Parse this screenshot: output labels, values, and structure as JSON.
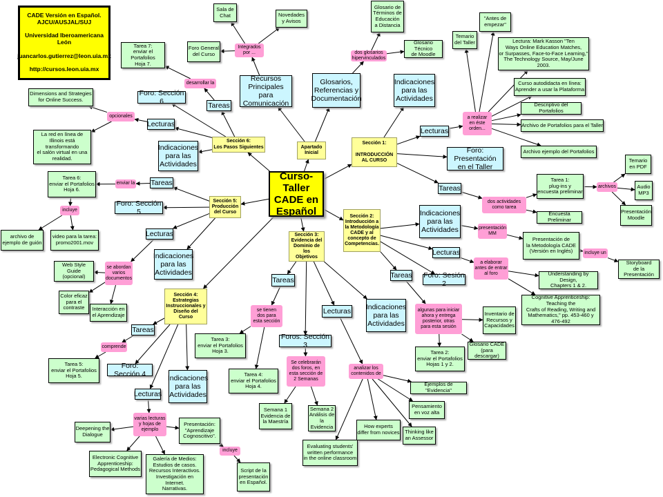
{
  "diagram": {
    "center": {
      "id": "center",
      "label": "Curso-Taller\nCADE en\nEspañol"
    },
    "header": {
      "id": "header",
      "label": "CADE Versión en Español.\nAJCU/AUSJAL/SUJ\n\nUniversidad Iberoamericana León\n\njuancarlos.gutierrez@leon.uia.mx\n\nhttp://cursos.leon.uia.mx"
    },
    "colors": {
      "center": "#ffff00",
      "section": "#ffff99",
      "blue_node": "#ccf6ff",
      "green_node": "#ccffcc",
      "pink_node": "#ff9fd6",
      "edge": "#000000"
    },
    "nodes": [
      {
        "id": "apartado",
        "type": "section",
        "label": "Apartado\nInicial"
      },
      {
        "id": "s1",
        "type": "section",
        "label": "Sección 1:\n\nINTRODUCCIÓN\nAL CURSO"
      },
      {
        "id": "s2",
        "type": "section",
        "label": "Sección 2:\nIntroducción a\nla Metodología\nCADE y al\nconcepto de\nCompetencias."
      },
      {
        "id": "s3",
        "type": "section",
        "label": "Sección 3:\nEvidencia del\nDominio de los\nObjetivos"
      },
      {
        "id": "s4",
        "type": "section",
        "label": "Sección 4:\nEstrategias\nInstruccionales y\nDiseño del\nCurso"
      },
      {
        "id": "s5",
        "type": "section",
        "label": "Sección 5:\nProducción\ndel Curso"
      },
      {
        "id": "s6",
        "type": "section",
        "label": "Sección 6:\nLos Pasos Siguientes"
      },
      {
        "id": "recursos",
        "type": "blue",
        "label": "Recursos\nPrincipales\npara Comunicación"
      },
      {
        "id": "integrados",
        "type": "pink",
        "label": "Integrados\npor ..."
      },
      {
        "id": "saladechat",
        "type": "green",
        "label": "Sala de\nChat"
      },
      {
        "id": "novedades",
        "type": "green",
        "label": "Novedades\ny Avisos"
      },
      {
        "id": "forogeneral",
        "type": "green",
        "label": "Foro General\ndel Curso"
      },
      {
        "id": "glosarios",
        "type": "blue",
        "label": "Glosarios,\nReferencias y\nDocumentación"
      },
      {
        "id": "dosglosarios",
        "type": "pink",
        "label": "dos glosarios\nhipervinculados"
      },
      {
        "id": "glosterminos",
        "type": "green",
        "label": "Glosario de\nTérminos de\nEducación\na Distancia"
      },
      {
        "id": "glostecnico",
        "type": "green",
        "label": "Glosario Técnico\nde Moodle"
      },
      {
        "id": "ind1",
        "type": "blue",
        "label": "Indicaciones\npara las\nActividades"
      },
      {
        "id": "lect1",
        "type": "blue",
        "label": "Lecturas"
      },
      {
        "id": "arealizar",
        "type": "pink",
        "label": "a realizar\nen éste\norden..."
      },
      {
        "id": "temario_taller",
        "type": "green",
        "label": "Temario\ndel Taller"
      },
      {
        "id": "antesdeempezar",
        "type": "green",
        "label": "\"Antes de\nempezar\""
      },
      {
        "id": "kasson",
        "type": "green",
        "label": "Lectura: Mark Kasson \"Ten\nWays Online Education Matches,\nor Surpasses, Face-to-Face Learning,\"\nThe Technology Source, May/June 2003."
      },
      {
        "id": "autodidacta",
        "type": "green",
        "label": "Curso autodidacta en línea:\nAprender a usar la Plataforma"
      },
      {
        "id": "descriptivo",
        "type": "green",
        "label": "Descriptivo del Portafolios"
      },
      {
        "id": "archivo_portafolios",
        "type": "green",
        "label": "Archivo de Portafolios para el Taller"
      },
      {
        "id": "archivo_ejemplo",
        "type": "green",
        "label": "Archivo ejemplo del Portafolios"
      },
      {
        "id": "foropresent",
        "type": "blue",
        "label": "Foro: Presentación\nen el Taller"
      },
      {
        "id": "tareas1",
        "type": "blue",
        "label": "Tareas"
      },
      {
        "id": "dosactividades",
        "type": "pink",
        "label": "dos actividades\ncomo tarea"
      },
      {
        "id": "tarea1",
        "type": "green",
        "label": "Tarea 1:\nplug-ins y\nencuesta preliminar"
      },
      {
        "id": "encuesta",
        "type": "green",
        "label": "Encuesta Preliminar"
      },
      {
        "id": "archivos",
        "type": "pink",
        "label": "archivos"
      },
      {
        "id": "temariopdf",
        "type": "green",
        "label": "Temario\nen PDF"
      },
      {
        "id": "audiomp3",
        "type": "green",
        "label": "Audio\nMP3"
      },
      {
        "id": "presmoodle",
        "type": "green",
        "label": "Presentación\nMoodle"
      },
      {
        "id": "ind2",
        "type": "blue",
        "label": "Indicaciones\npara las\nActividades"
      },
      {
        "id": "presentacionmm",
        "type": "pink",
        "label": "presentación\nMM"
      },
      {
        "id": "presmetodologia",
        "type": "green",
        "label": "Presentación de\nla Metodología CADE\n(Versión en Inglés)"
      },
      {
        "id": "incluyeun",
        "type": "pink",
        "label": "incluye un"
      },
      {
        "id": "storyboard",
        "type": "green",
        "label": "Storyboard\nde la Presentación"
      },
      {
        "id": "lect2",
        "type": "blue",
        "label": "Lecturas"
      },
      {
        "id": "aelaborar",
        "type": "pink",
        "label": "a elaborar\nantes de entrar\nal foro"
      },
      {
        "id": "understanding",
        "type": "green",
        "label": "Understanding by Design,\nChapters 1 & 2."
      },
      {
        "id": "cogapp",
        "type": "green",
        "label": "Cognitive Apprenticeship: Teaching the\nCrafts of Reading, Writing and\nMathematics,\" pp. 453-460 y\n476-492"
      },
      {
        "id": "tareas2",
        "type": "blue",
        "label": "Tareas"
      },
      {
        "id": "forosesion2",
        "type": "blue",
        "label": "Foro: Sesión 2"
      },
      {
        "id": "algunas",
        "type": "pink",
        "label": "algunas para iniciar\nahora y entrega\nposterior, otras\npara esta sesión"
      },
      {
        "id": "inventario",
        "type": "green",
        "label": "Inventario de\nRecursos y\nCapacidades"
      },
      {
        "id": "tarea2",
        "type": "green",
        "label": "Tarea 2:\nenviar el Portafolios\nHojas 1 y 2."
      },
      {
        "id": "glosariocade",
        "type": "green",
        "label": "Glosario CADE\n(para descargar)"
      },
      {
        "id": "tareas3",
        "type": "blue",
        "label": "Tareas"
      },
      {
        "id": "setienen",
        "type": "pink",
        "label": "se tienen\ndos para\nesta sección"
      },
      {
        "id": "tarea3",
        "type": "green",
        "label": "Tarea 3:\nenviar el Portafolios\nHoja 3."
      },
      {
        "id": "tarea4",
        "type": "green",
        "label": "Tarea 4:\nenviar el Portafolios\nHoja 4."
      },
      {
        "id": "foros3",
        "type": "blue",
        "label": "Foros: Sección 3"
      },
      {
        "id": "secelebraran",
        "type": "pink",
        "label": "Se celebrarán\ndos foros, en\nesta sección de\n2 Semanas"
      },
      {
        "id": "semana1",
        "type": "green",
        "label": "Semana 1\nEvidencia de\nla Maestría"
      },
      {
        "id": "semana2",
        "type": "green",
        "label": "Semana 2\nAnálisis de\nla Evidencia"
      },
      {
        "id": "lect3",
        "type": "blue",
        "label": "Lecturas"
      },
      {
        "id": "analizar",
        "type": "pink",
        "label": "analizar los\ncontenidos de"
      },
      {
        "id": "ejemplos",
        "type": "green",
        "label": "Ejemplos de \"Evidencia\""
      },
      {
        "id": "pensamiento",
        "type": "green",
        "label": "Pensamiento\nen voz alta"
      },
      {
        "id": "thinking",
        "type": "green",
        "label": "Thinking like\nan Assessor"
      },
      {
        "id": "howexperts",
        "type": "green",
        "label": "How experts\ndiffer from novices"
      },
      {
        "id": "evaluating",
        "type": "green",
        "label": "Evaluating students'\nwritten performance\nin the online classroom"
      },
      {
        "id": "ind3",
        "type": "blue",
        "label": "Indicaciones\npara las\nActividades"
      },
      {
        "id": "tareas4",
        "type": "blue",
        "label": "Tareas"
      },
      {
        "id": "comprende",
        "type": "pink",
        "label": "comprende"
      },
      {
        "id": "tarea5",
        "type": "green",
        "label": "Tarea 5:\nenviar el Portafolios\nHoja 5."
      },
      {
        "id": "foro4",
        "type": "blue",
        "label": "Foro: Sección 4"
      },
      {
        "id": "ind4",
        "type": "blue",
        "label": "Indicaciones\npara las\nActividades"
      },
      {
        "id": "lect4",
        "type": "blue",
        "label": "Lecturas"
      },
      {
        "id": "variaslecturas",
        "type": "pink",
        "label": "varias lecturas\ny hojas de\nejemplo"
      },
      {
        "id": "deepening",
        "type": "green",
        "label": "Deepening the\nDialogue"
      },
      {
        "id": "electronic",
        "type": "green",
        "label": "Electronic Cognitive\nApprenticeship:\nPedagogical Methods"
      },
      {
        "id": "galeria",
        "type": "green",
        "label": "Galería de Medios:\nEstudios de casos.\nRecursos Interactivos.\nInvestigación en Internet.\nNarrativas."
      },
      {
        "id": "presaprendizaje",
        "type": "green",
        "label": "Presentación:\n\"Aprendizaje\nCognoscitivo\"."
      },
      {
        "id": "incluye4",
        "type": "pink",
        "label": "incluye"
      },
      {
        "id": "script",
        "type": "green",
        "label": "Script de la\npresentación\nen Español."
      },
      {
        "id": "tareas5",
        "type": "blue",
        "label": "Tareas"
      },
      {
        "id": "enviarla",
        "type": "pink",
        "label": "enviar la"
      },
      {
        "id": "tarea6",
        "type": "green",
        "label": "Tarea 6:\nenviar el Portafolios\nHoja 6."
      },
      {
        "id": "foro5",
        "type": "blue",
        "label": "Foro: Sección 5"
      },
      {
        "id": "lect5",
        "type": "blue",
        "label": "Lecturas"
      },
      {
        "id": "seabordan",
        "type": "pink",
        "label": "se abordan\nvarios\ndocumentos"
      },
      {
        "id": "webstyle",
        "type": "green",
        "label": "Web Style Guide\n(opcional)"
      },
      {
        "id": "colorefficaz",
        "type": "green",
        "label": "Color eficaz\npara el\ncontraste"
      },
      {
        "id": "interaccion",
        "type": "green",
        "label": "Interacción en\nel Aprendizaje"
      },
      {
        "id": "ind5",
        "type": "blue",
        "label": "Indicaciones\npara las\nActividades"
      },
      {
        "id": "incluye5",
        "type": "pink",
        "label": "incluye"
      },
      {
        "id": "archivoguion",
        "type": "green",
        "label": "archivo de\nejemplo de guión"
      },
      {
        "id": "videotarea",
        "type": "green",
        "label": "video para la tarea:\npromo2001.mov"
      },
      {
        "id": "tareas6",
        "type": "blue",
        "label": "Tareas"
      },
      {
        "id": "desarrollarla",
        "type": "pink",
        "label": "desarrollar la"
      },
      {
        "id": "tarea7",
        "type": "green",
        "label": "Tarea 7:\nenviar el Portafolios\nHoja 7."
      },
      {
        "id": "foro6",
        "type": "blue",
        "label": "Foro: Sección 6"
      },
      {
        "id": "lect6",
        "type": "blue",
        "label": "Lecturas"
      },
      {
        "id": "opcionales",
        "type": "pink",
        "label": "opcionales"
      },
      {
        "id": "dimensions",
        "type": "green",
        "label": "Dimensions and Strategies\nfor Online Success."
      },
      {
        "id": "redillinois",
        "type": "green",
        "label": "La red en línea de\nIllinois está transformando\nel salón virtual en una\nrealidad."
      },
      {
        "id": "ind6",
        "type": "blue",
        "label": "Indicaciones\npara las\nActividades"
      }
    ],
    "edges": [
      [
        "center",
        "apartado"
      ],
      [
        "center",
        "s1"
      ],
      [
        "center",
        "s2"
      ],
      [
        "center",
        "s3"
      ],
      [
        "center",
        "s4"
      ],
      [
        "center",
        "s5"
      ],
      [
        "center",
        "s6"
      ],
      [
        "apartado",
        "recursos"
      ],
      [
        "apartado",
        "glosarios"
      ],
      [
        "recursos",
        "integrados"
      ],
      [
        "integrados",
        "saladechat"
      ],
      [
        "integrados",
        "novedades"
      ],
      [
        "integrados",
        "forogeneral"
      ],
      [
        "glosarios",
        "dosglosarios"
      ],
      [
        "dosglosarios",
        "glosterminos"
      ],
      [
        "dosglosarios",
        "glostecnico"
      ],
      [
        "s1",
        "ind1"
      ],
      [
        "s1",
        "lect1"
      ],
      [
        "s1",
        "foropresent"
      ],
      [
        "s1",
        "tareas1"
      ],
      [
        "lect1",
        "arealizar"
      ],
      [
        "arealizar",
        "temario_taller"
      ],
      [
        "arealizar",
        "antesdeempezar"
      ],
      [
        "arealizar",
        "kasson"
      ],
      [
        "arealizar",
        "autodidacta"
      ],
      [
        "arealizar",
        "descriptivo"
      ],
      [
        "arealizar",
        "archivo_portafolios"
      ],
      [
        "arealizar",
        "archivo_ejemplo"
      ],
      [
        "tareas1",
        "dosactividades"
      ],
      [
        "dosactividades",
        "tarea1"
      ],
      [
        "dosactividades",
        "encuesta"
      ],
      [
        "tarea1",
        "archivos"
      ],
      [
        "archivos",
        "temariopdf"
      ],
      [
        "archivos",
        "audiomp3"
      ],
      [
        "archivos",
        "presmoodle"
      ],
      [
        "s2",
        "ind2"
      ],
      [
        "s2",
        "lect2"
      ],
      [
        "s2",
        "tareas2"
      ],
      [
        "s2",
        "forosesion2"
      ],
      [
        "ind2",
        "presentacionmm"
      ],
      [
        "presentacionmm",
        "presmetodologia"
      ],
      [
        "presmetodologia",
        "incluyeun"
      ],
      [
        "incluyeun",
        "storyboard"
      ],
      [
        "lect2",
        "aelaborar"
      ],
      [
        "aelaborar",
        "understanding"
      ],
      [
        "aelaborar",
        "cogapp"
      ],
      [
        "tareas2",
        "algunas"
      ],
      [
        "algunas",
        "inventario"
      ],
      [
        "algunas",
        "tarea2"
      ],
      [
        "algunas",
        "glosariocade"
      ],
      [
        "s3",
        "tareas3"
      ],
      [
        "s3",
        "foros3"
      ],
      [
        "s3",
        "lect3"
      ],
      [
        "s3",
        "ind3"
      ],
      [
        "tareas3",
        "setienen"
      ],
      [
        "setienen",
        "tarea3"
      ],
      [
        "setienen",
        "tarea4"
      ],
      [
        "foros3",
        "secelebraran"
      ],
      [
        "secelebraran",
        "semana1"
      ],
      [
        "secelebraran",
        "semana2"
      ],
      [
        "lect3",
        "analizar"
      ],
      [
        "analizar",
        "ejemplos"
      ],
      [
        "analizar",
        "pensamiento"
      ],
      [
        "analizar",
        "thinking"
      ],
      [
        "analizar",
        "howexperts"
      ],
      [
        "analizar",
        "evaluating"
      ],
      [
        "s4",
        "tareas4"
      ],
      [
        "s4",
        "foro4"
      ],
      [
        "s4",
        "ind4"
      ],
      [
        "s4",
        "lect4"
      ],
      [
        "tareas4",
        "comprende"
      ],
      [
        "comprende",
        "tarea5"
      ],
      [
        "lect4",
        "variaslecturas"
      ],
      [
        "variaslecturas",
        "deepening"
      ],
      [
        "variaslecturas",
        "electronic"
      ],
      [
        "variaslecturas",
        "galeria"
      ],
      [
        "variaslecturas",
        "presaprendizaje"
      ],
      [
        "presaprendizaje",
        "incluye4"
      ],
      [
        "incluye4",
        "script"
      ],
      [
        "s5",
        "tareas5"
      ],
      [
        "s5",
        "foro5"
      ],
      [
        "s5",
        "lect5"
      ],
      [
        "s5",
        "ind5"
      ],
      [
        "tareas5",
        "enviarla"
      ],
      [
        "enviarla",
        "tarea6"
      ],
      [
        "tarea6",
        "incluye5"
      ],
      [
        "incluye5",
        "archivoguion"
      ],
      [
        "incluye5",
        "videotarea"
      ],
      [
        "lect5",
        "seabordan"
      ],
      [
        "seabordan",
        "webstyle"
      ],
      [
        "seabordan",
        "colorefficaz"
      ],
      [
        "seabordan",
        "interaccion"
      ],
      [
        "s6",
        "tareas6"
      ],
      [
        "s6",
        "foro6"
      ],
      [
        "s6",
        "lect6"
      ],
      [
        "s6",
        "ind6"
      ],
      [
        "tareas6",
        "desarrollarla"
      ],
      [
        "desarrollarla",
        "tarea7"
      ],
      [
        "lect6",
        "opcionales"
      ],
      [
        "opcionales",
        "dimensions"
      ],
      [
        "opcionales",
        "redillinois"
      ]
    ]
  }
}
